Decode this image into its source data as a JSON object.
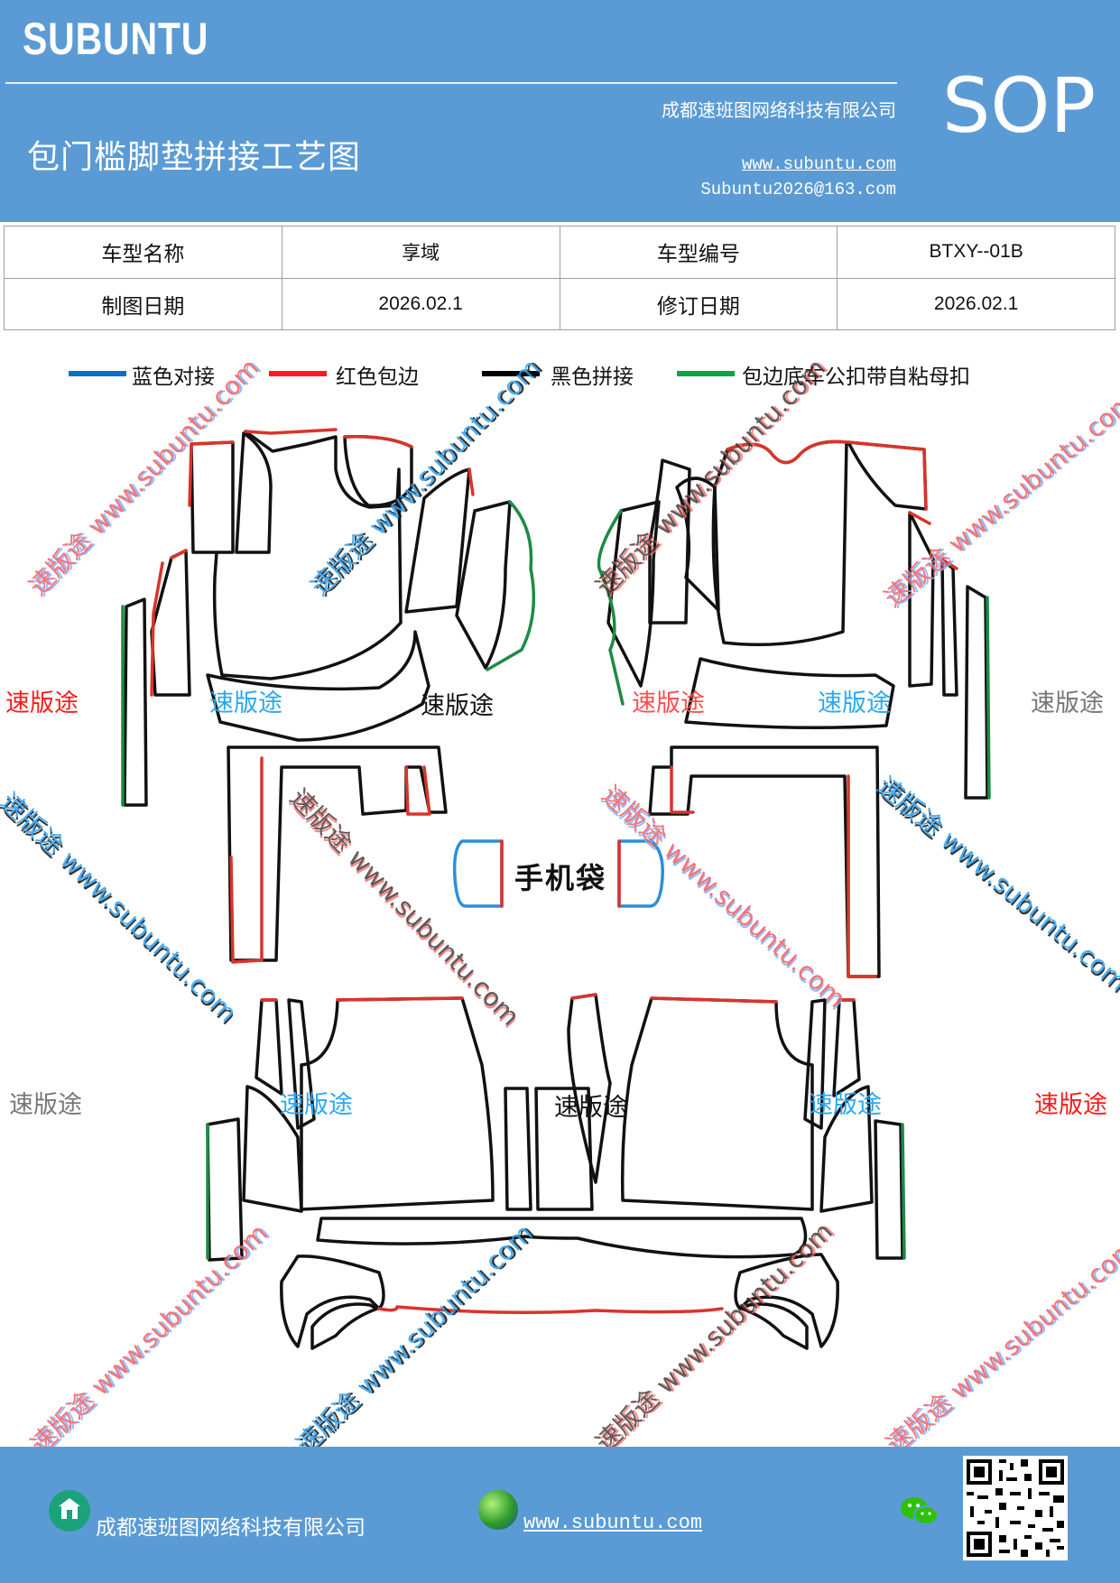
{
  "header": {
    "logo": "SUBUNTU",
    "title": "包门槛脚垫拼接工艺图",
    "company": "成都速班图网络科技有限公司",
    "website": "www.subuntu.com",
    "email": "Subuntu2026@163.com",
    "badge": "SOP"
  },
  "info_table": {
    "rows": [
      [
        "车型名称",
        "享域",
        "车型编号",
        "BTXY--01B"
      ],
      [
        "制图日期",
        "2026.02.1",
        "修订日期",
        "2026.02.1"
      ]
    ]
  },
  "legend": {
    "items": [
      {
        "label": "蓝色对接",
        "color": "#0a6fc2"
      },
      {
        "label": "红色包边",
        "color": "#ff1a1a"
      },
      {
        "label": "黑色拼接",
        "color": "#000000"
      },
      {
        "label": "包边底车公扣带自粘母扣",
        "color": "#0ca24a"
      }
    ]
  },
  "diagram": {
    "center_label": "手机袋",
    "watermark_cn": "速版途",
    "watermark_url": "速版途 www.subuntu.com",
    "colors": {
      "blue": "#2a8fd9",
      "red": "#d9342b",
      "black": "#111111",
      "green": "#1d8a45"
    }
  },
  "footer": {
    "company": "成都速班图网络科技有限公司",
    "website": "www.subuntu.com"
  }
}
